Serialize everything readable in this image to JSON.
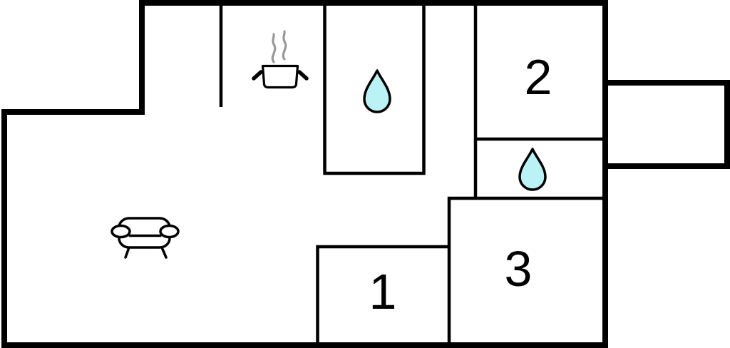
{
  "colors": {
    "background": "#ffffff",
    "wall": "#000000",
    "water_drop_fill": "#baf2f6",
    "steam": "#989898",
    "label": "#000000"
  },
  "rooms": {
    "room1": {
      "label": "1"
    },
    "room2": {
      "label": "2"
    },
    "room3": {
      "label": "3"
    }
  },
  "icons": {
    "shower_room": "water-drop-icon",
    "bathroom": "water-drop-icon",
    "kitchen": "cooking-pot-icon",
    "living_room": "sofa-icon"
  }
}
